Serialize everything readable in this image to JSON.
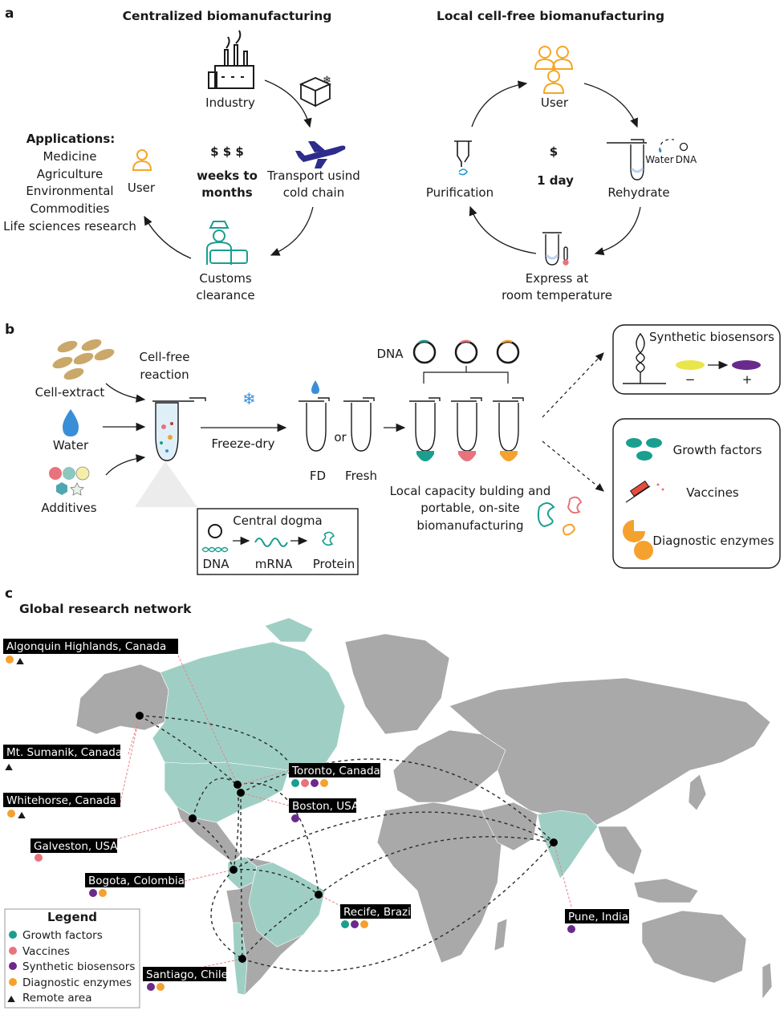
{
  "colors": {
    "growth_factors": "#1a9e8f",
    "vaccines": "#e8737c",
    "synthetic_biosensors": "#6a2a8c",
    "diagnostic_enzymes": "#f5a12e",
    "highlight_land": "#9fcfc4",
    "land": "#a9a9a9",
    "user_icon": "#f5a623",
    "plane": "#2c2c8c"
  },
  "panel_a": {
    "label": "a",
    "centralized": {
      "title": "Centralized biomanufacturing",
      "industry": "Industry",
      "cost": "$ $ $",
      "time_line1": "weeks to",
      "time_line2": "months",
      "transport_line1": "Transport usind",
      "transport_line2": "cold chain",
      "customs_line1": "Customs",
      "customs_line2": "clearance",
      "user": "User",
      "applications_title": "Applications:",
      "applications": [
        "Medicine",
        "Agriculture",
        "Environmental",
        "Commodities",
        "Life sciences research"
      ]
    },
    "local": {
      "title": "Local cell-free biomanufacturing",
      "user": "User",
      "cost": "$",
      "time": "1 day",
      "purification": "Purification",
      "rehydrate": "Rehydrate",
      "water": "Water",
      "dna": "DNA",
      "express_line1": "Express at",
      "express_line2": "room temperature"
    }
  },
  "panel_b": {
    "label": "b",
    "cell_extract": "Cell-extract",
    "water": "Water",
    "additives": "Additives",
    "reaction_line1": "Cell-free",
    "reaction_line2": "reaction",
    "freeze_dry": "Freeze-dry",
    "fd": "FD",
    "or": "or",
    "fresh": "Fresh",
    "dna": "DNA",
    "central_dogma": "Central dogma",
    "dogma_dna": "DNA",
    "dogma_mrna": "mRNA",
    "dogma_protein": "Protein",
    "local_line1": "Local capacity bulding and",
    "local_line2": "portable, on-site",
    "local_line3": "biomanufacturing",
    "biosensors": "Synthetic biosensors",
    "minus": "−",
    "plus": "+",
    "growth_factors": "Growth factors",
    "vaccines": "Vaccines",
    "diagnostic_enzymes": "Diagnostic enzymes"
  },
  "panel_c": {
    "label": "c",
    "title": "Global research network",
    "sites": [
      {
        "name": "Algonquin Highlands, Canada",
        "dots": [
          "diagnostic_enzymes"
        ],
        "remote": true
      },
      {
        "name": "Mt. Sumanik, Canada",
        "dots": [],
        "remote": true
      },
      {
        "name": "Whitehorse, Canada",
        "dots": [
          "diagnostic_enzymes"
        ],
        "remote": true
      },
      {
        "name": "Galveston, USA",
        "dots": [
          "vaccines"
        ],
        "remote": false
      },
      {
        "name": "Bogota, Colombia",
        "dots": [
          "synthetic_biosensors",
          "diagnostic_enzymes"
        ],
        "remote": false
      },
      {
        "name": "Toronto, Canada",
        "dots": [
          "growth_factors",
          "vaccines",
          "synthetic_biosensors",
          "diagnostic_enzymes"
        ],
        "remote": false
      },
      {
        "name": "Boston, USA",
        "dots": [
          "synthetic_biosensors"
        ],
        "remote": false
      },
      {
        "name": "Recife, Brazil",
        "dots": [
          "growth_factors",
          "synthetic_biosensors",
          "diagnostic_enzymes"
        ],
        "remote": false
      },
      {
        "name": "Pune, India",
        "dots": [
          "synthetic_biosensors"
        ],
        "remote": false
      },
      {
        "name": "Santiago, Chile",
        "dots": [
          "synthetic_biosensors",
          "diagnostic_enzymes"
        ],
        "remote": false
      }
    ],
    "legend": {
      "title": "Legend",
      "items": [
        {
          "label": "Growth factors",
          "key": "growth_factors"
        },
        {
          "label": "Vaccines",
          "key": "vaccines"
        },
        {
          "label": "Synthetic biosensors",
          "key": "synthetic_biosensors"
        },
        {
          "label": "Diagnostic enzymes",
          "key": "diagnostic_enzymes"
        },
        {
          "label": "Remote area",
          "key": "remote"
        }
      ]
    }
  }
}
